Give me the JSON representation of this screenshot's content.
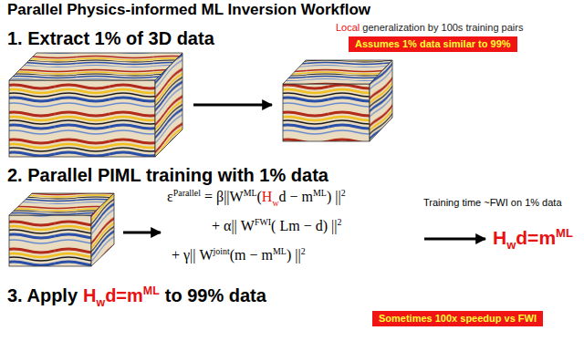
{
  "diagram": {
    "title": "Parallel Physics-informed ML Inversion Workflow",
    "nodes": [
      {
        "text": [
          "Assumes 1% data similar to 99%"
        ]
      },
      {
        "text": [
          "Sometimes 100x speedup vs FWI"
        ]
      }
    ],
    "labels": [
      "1. Extract 1% of 3D data",
      "Local",
      "generalization by 100s training pairs",
      "2. Parallel PIML training with 1% data",
      "ε",
      "Parallel",
      "= β||W",
      "ML",
      "(",
      "H",
      "w",
      "d − m",
      "ML",
      ") ||",
      "2",
      "+ α|| W",
      "FWI",
      "( Lm − d) ||",
      "2",
      "+ γ|| W",
      "joint",
      "(m − m",
      "ML",
      ") ||",
      "2",
      "Training time ~FWI on 1% data",
      "H",
      "w",
      "d=m",
      "ML",
      "3. Apply",
      "H",
      "w",
      "d=m",
      "ML",
      "to 99% data"
    ]
  }
}
